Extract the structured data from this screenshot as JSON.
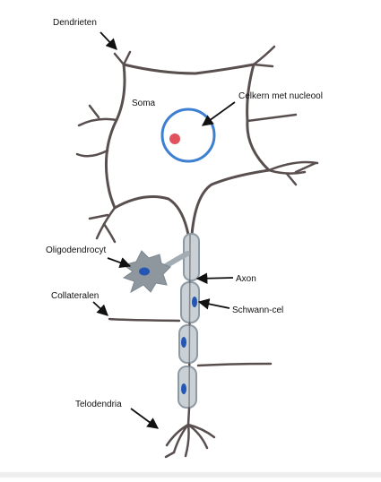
{
  "labels": {
    "dendrites": "Dendrieten",
    "soma": "Soma",
    "nucleus": "Celkern met nucleool",
    "oligodendrocyte": "Oligodendrocyt",
    "axon": "Axon",
    "schwann": "Schwann-cel",
    "collaterals": "Collateralen",
    "telodendria": "Telodendria"
  },
  "colors": {
    "membrane": "#5a4f4f",
    "nucleus_ring": "#3d7fd1",
    "nucleolus": "#e0535c",
    "myelin_fill": "#c9d1d6",
    "myelin_stroke": "#8e9aa3",
    "schwann_nucleus": "#2456b3",
    "oligo_fill": "#8f979e",
    "arrow": "#111111"
  }
}
